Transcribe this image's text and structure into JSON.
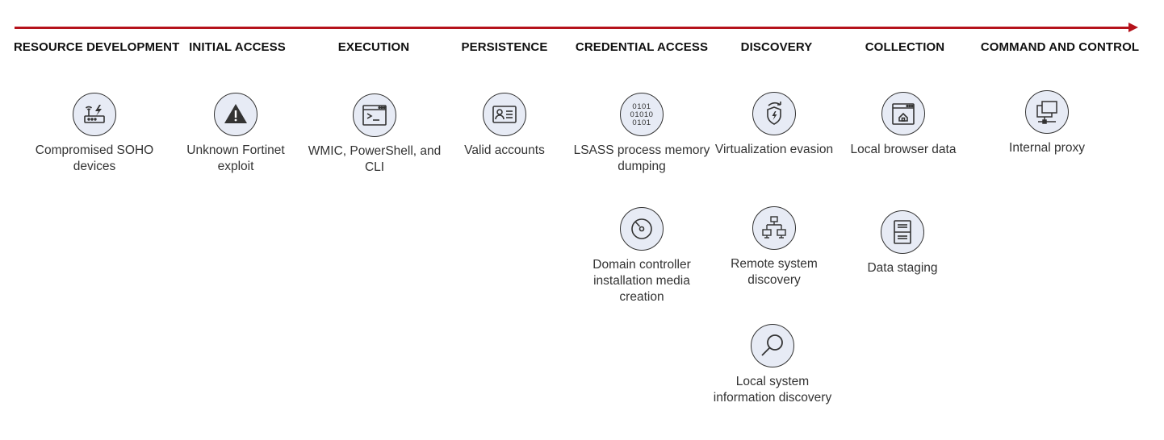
{
  "phases": [
    {
      "title": "RESOURCE DEVELOPMENT",
      "items": [
        {
          "label": "Compromised SOHO devices",
          "icon": "router-icon"
        }
      ]
    },
    {
      "title": "INITIAL ACCESS",
      "items": [
        {
          "label": "Unknown Fortinet exploit",
          "icon": "warning-icon"
        }
      ]
    },
    {
      "title": "EXECUTION",
      "items": [
        {
          "label": "WMIC, PowerShell, and CLI",
          "icon": "terminal-icon"
        }
      ]
    },
    {
      "title": "PERSISTENCE",
      "items": [
        {
          "label": "Valid accounts",
          "icon": "id-card-icon"
        }
      ]
    },
    {
      "title": "CREDENTIAL ACCESS",
      "items": [
        {
          "label": "LSASS process memory dumping",
          "icon": "binary-icon"
        },
        {
          "label": "Domain controller installation media creation",
          "icon": "disc-icon"
        }
      ]
    },
    {
      "title": "DISCOVERY",
      "items": [
        {
          "label": "Virtualization evasion",
          "icon": "shield-refresh-icon"
        },
        {
          "label": "Remote system discovery",
          "icon": "network-icon"
        },
        {
          "label": "Local system information discovery",
          "icon": "magnifier-icon"
        }
      ]
    },
    {
      "title": "COLLECTION",
      "items": [
        {
          "label": "Local browser data",
          "icon": "browser-home-icon"
        },
        {
          "label": "Data staging",
          "icon": "file-cabinet-icon"
        }
      ]
    },
    {
      "title": "COMMAND AND CONTROL",
      "items": [
        {
          "label": "Internal proxy",
          "icon": "proxy-icon"
        }
      ]
    }
  ],
  "colors": {
    "timeline": "#b5121b",
    "icon_fill": "#e7ebf5",
    "stroke": "#333333"
  }
}
